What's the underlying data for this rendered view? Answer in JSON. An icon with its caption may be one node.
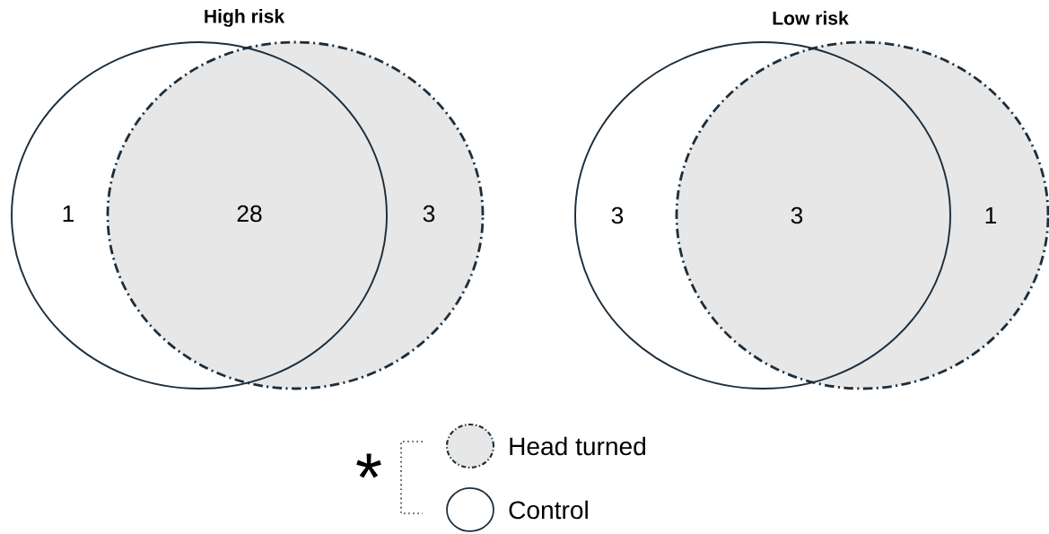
{
  "diagram": {
    "labels": [
      "High risk",
      "1",
      "28",
      "3",
      "Low risk",
      "3",
      "3",
      "1",
      "*"
    ],
    "legend": [
      {
        "text": "Head turned"
      },
      {
        "text": "Control"
      }
    ]
  }
}
